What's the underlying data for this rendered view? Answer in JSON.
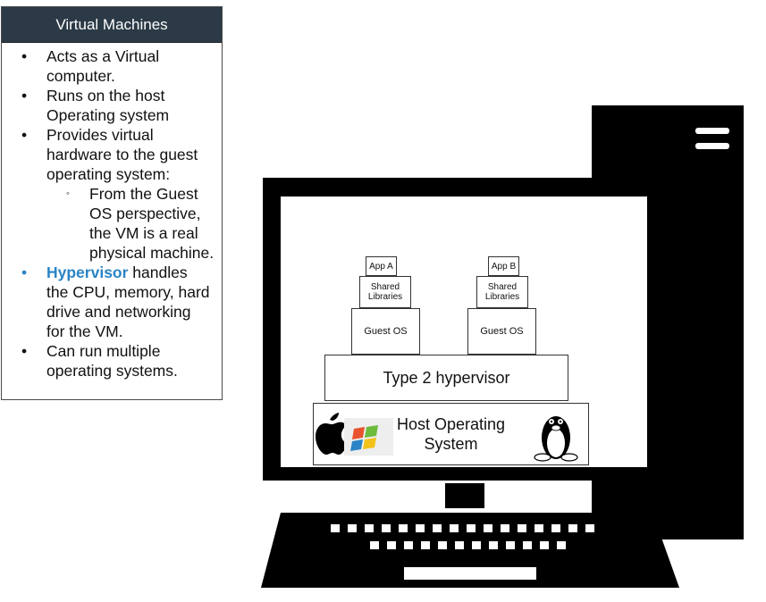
{
  "panel": {
    "title": "Virtual Machines",
    "items": [
      {
        "line1": "Acts as a Virtual",
        "line2": "computer."
      },
      {
        "line1": "Runs on the host",
        "line2": "Operating system"
      },
      {
        "line1": "Provides virtual",
        "line2": "hardware to the guest",
        "line3": "operating system:"
      },
      {
        "sub1": "From the Guest",
        "sub2": "OS perspective,",
        "sub3": "the VM is a real",
        "sub4": "physical machine."
      },
      {
        "highlight": "Hypervisor",
        "line1rest": " handles",
        "line2": "the CPU, memory, hard",
        "line3": "drive and networking",
        "line4": "for the VM."
      },
      {
        "line1": "Can run multiple",
        "line2": "operating systems."
      }
    ]
  },
  "diagram": {
    "app_a": "App A",
    "app_b": "App B",
    "shared_libs_line1": "Shared",
    "shared_libs_line2": "Libraries",
    "guest_os": "Guest OS",
    "hypervisor": "Type 2 hypervisor",
    "host_os_line1": "Host Operating",
    "host_os_line2": "System"
  },
  "colors": {
    "panel_header_bg": "#2b3a46",
    "highlight": "#2a84c6"
  }
}
